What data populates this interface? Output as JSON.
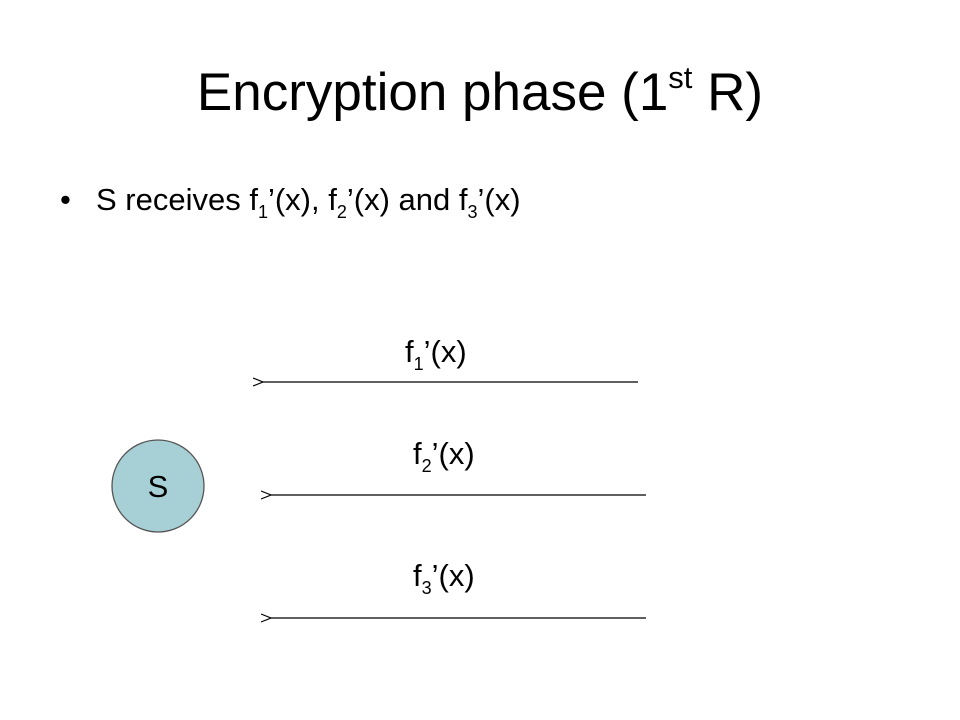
{
  "title": {
    "main": "Encryption phase (1",
    "sup": "st",
    "tail": " R)"
  },
  "bullet": {
    "marker": "•",
    "text_1": "S receives f",
    "sub_1": "1",
    "text_2": "’(x), f",
    "sub_2": "2",
    "text_3": "’(x) and f",
    "sub_3": "3",
    "text_4": "’(x)"
  },
  "diagram": {
    "node_label": "S",
    "node_color": "#a7d0d6",
    "arrows": [
      {
        "prefix": "f",
        "sub": "1",
        "suffix": "’(x)"
      },
      {
        "prefix": "f",
        "sub": "2",
        "suffix": "’(x)"
      },
      {
        "prefix": "f",
        "sub": "3",
        "suffix": "’(x)"
      }
    ]
  }
}
